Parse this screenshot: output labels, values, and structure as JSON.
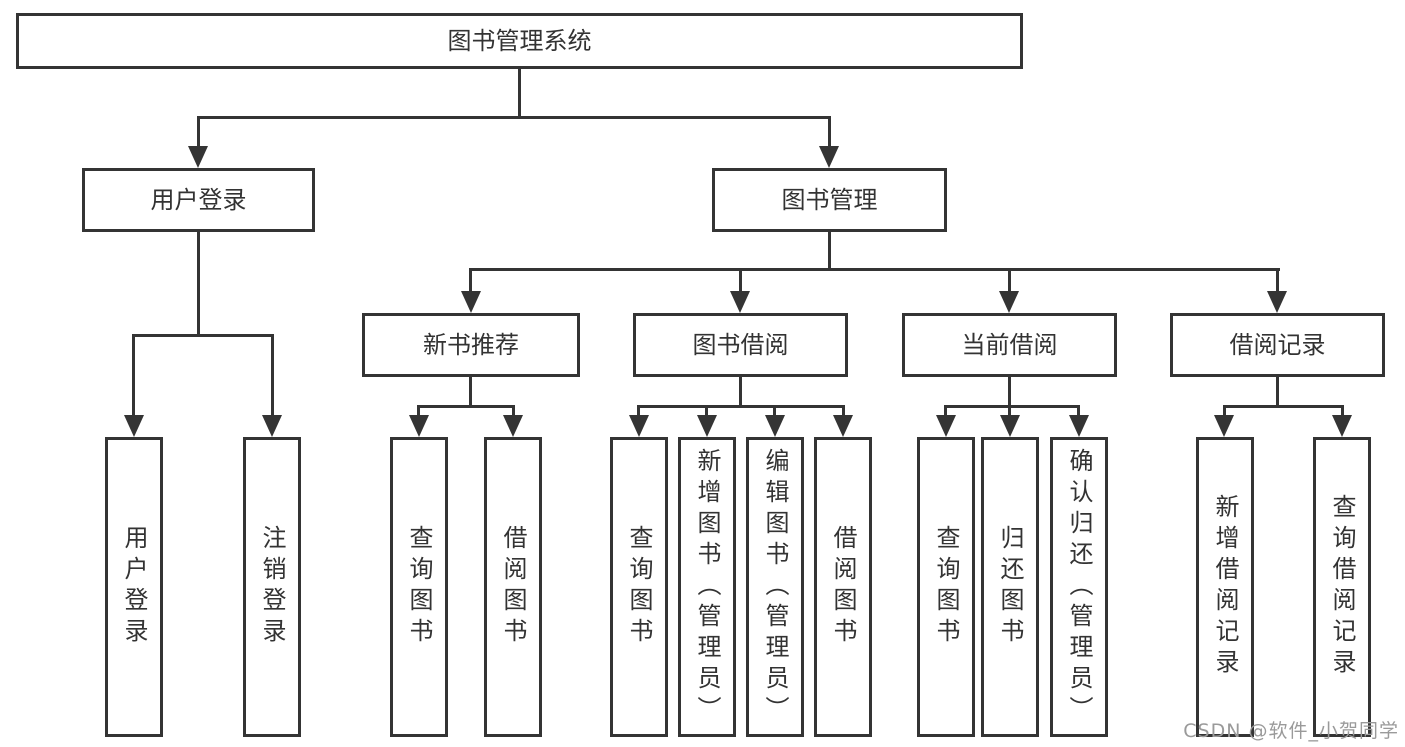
{
  "diagram_title": "图书管理系统",
  "tree": {
    "root": "图书管理系统",
    "branches": [
      {
        "label": "用户登录",
        "children": [
          "用户登录",
          "注销登录"
        ]
      },
      {
        "label": "图书管理",
        "groups": [
          {
            "label": "新书推荐",
            "children": [
              "查询图书",
              "借阅图书"
            ]
          },
          {
            "label": "图书借阅",
            "children": [
              "查询图书",
              "新增图书（管理员）",
              "编辑图书（管理员）",
              "借阅图书"
            ]
          },
          {
            "label": "当前借阅",
            "children": [
              "查询图书",
              "归还图书",
              "确认归还（管理员）"
            ]
          },
          {
            "label": "借阅记录",
            "children": [
              "新增借阅记录",
              "查询借阅记录"
            ]
          }
        ]
      }
    ]
  },
  "watermark": "CSDN @软件_小贺同学",
  "colors": {
    "line": "#343434",
    "text": "#333333",
    "watermark": "#9a9a9a",
    "background": "#ffffff"
  }
}
